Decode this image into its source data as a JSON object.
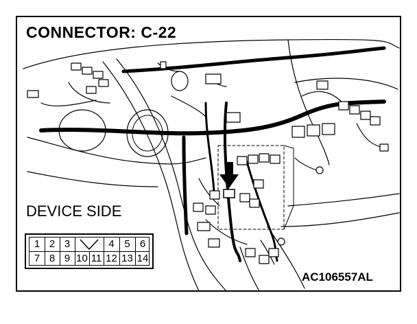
{
  "diagram": {
    "title": "CONNECTOR: C-22",
    "device_side_label": "DEVICE SIDE",
    "figure_id": "AC106557AL",
    "pins_top": [
      "1",
      "2",
      "3",
      "4",
      "5",
      "6"
    ],
    "pins_bottom": [
      "7",
      "8",
      "9",
      "10",
      "11",
      "12",
      "13",
      "14"
    ]
  }
}
